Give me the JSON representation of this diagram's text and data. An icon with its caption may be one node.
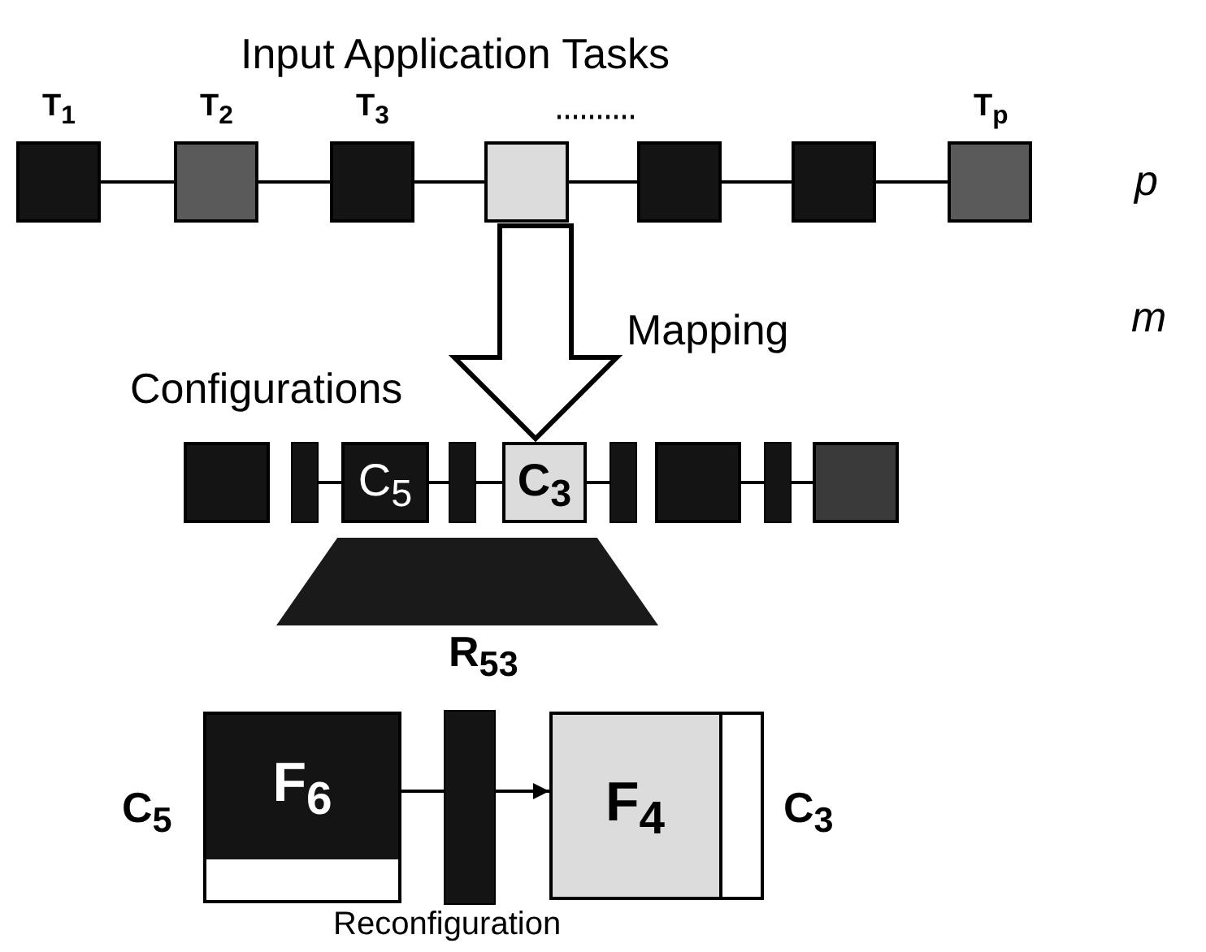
{
  "diagram": {
    "nodes": [
      {
        "text": [],
        "shape": "box",
        "beside": [
          "T$_{1}$"
        ]
      },
      {
        "text": [],
        "shape": "box",
        "beside": [
          "T$_{2}$"
        ]
      },
      {
        "text": [],
        "shape": "box",
        "beside": [
          "T$_{3}$"
        ]
      },
      {
        "text": [],
        "shape": "box"
      },
      {
        "text": [],
        "shape": "box"
      },
      {
        "text": [],
        "shape": "box"
      },
      {
        "text": [],
        "shape": "box",
        "beside": [
          "T$_{p}$"
        ]
      },
      {
        "text": [],
        "shape": "box"
      },
      {
        "text": [],
        "shape": "bar"
      },
      {
        "text": [
          "C$_{5}$"
        ]
      },
      {
        "text": [],
        "shape": "bar"
      },
      {
        "text": [
          "C$_{3}$"
        ]
      },
      {
        "text": [],
        "shape": "bar"
      },
      {
        "text": [],
        "shape": "box"
      },
      {
        "text": [],
        "shape": "bar"
      },
      {
        "text": [],
        "shape": "box"
      },
      {
        "text": [],
        "shape": "trapezoid"
      },
      {
        "text": [
          "F$_{6}$"
        ],
        "beside": [
          "C$_{5}$"
        ]
      },
      {
        "text": [],
        "shape": "bar",
        "beside": [
          "R$_{53}$"
        ]
      },
      {
        "text": [
          "F$_{4}$"
        ],
        "beside": [
          "C$_{3}$"
        ]
      }
    ],
    "edges": [
      {
        "from": 0,
        "to": 1,
        "arrow": "none"
      },
      {
        "from": 1,
        "to": 2,
        "arrow": "none"
      },
      {
        "from": 2,
        "to": 3,
        "arrow": "none"
      },
      {
        "from": 3,
        "to": 4,
        "arrow": "none"
      },
      {
        "from": 4,
        "to": 5,
        "arrow": "none"
      },
      {
        "from": 5,
        "to": 6,
        "arrow": "none"
      },
      {
        "from": 3,
        "to": 11,
        "arrow": "to",
        "label": "Mapping",
        "style": "thick"
      },
      {
        "from": 8,
        "to": 9,
        "arrow": "none"
      },
      {
        "from": 9,
        "to": 10,
        "arrow": "none"
      },
      {
        "from": 10,
        "to": 11,
        "arrow": "none"
      },
      {
        "from": 11,
        "to": 12,
        "arrow": "none"
      },
      {
        "from": 13,
        "to": 14,
        "arrow": "none"
      },
      {
        "from": 14,
        "to": 15,
        "arrow": "none"
      },
      {
        "from": 17,
        "to": 18,
        "arrow": "none"
      },
      {
        "from": 18,
        "to": 19,
        "arrow": "to"
      }
    ],
    "labels": [
      "Input Application Tasks",
      "p",
      "m",
      "Configurations",
      "Reconfiguration"
    ]
  }
}
